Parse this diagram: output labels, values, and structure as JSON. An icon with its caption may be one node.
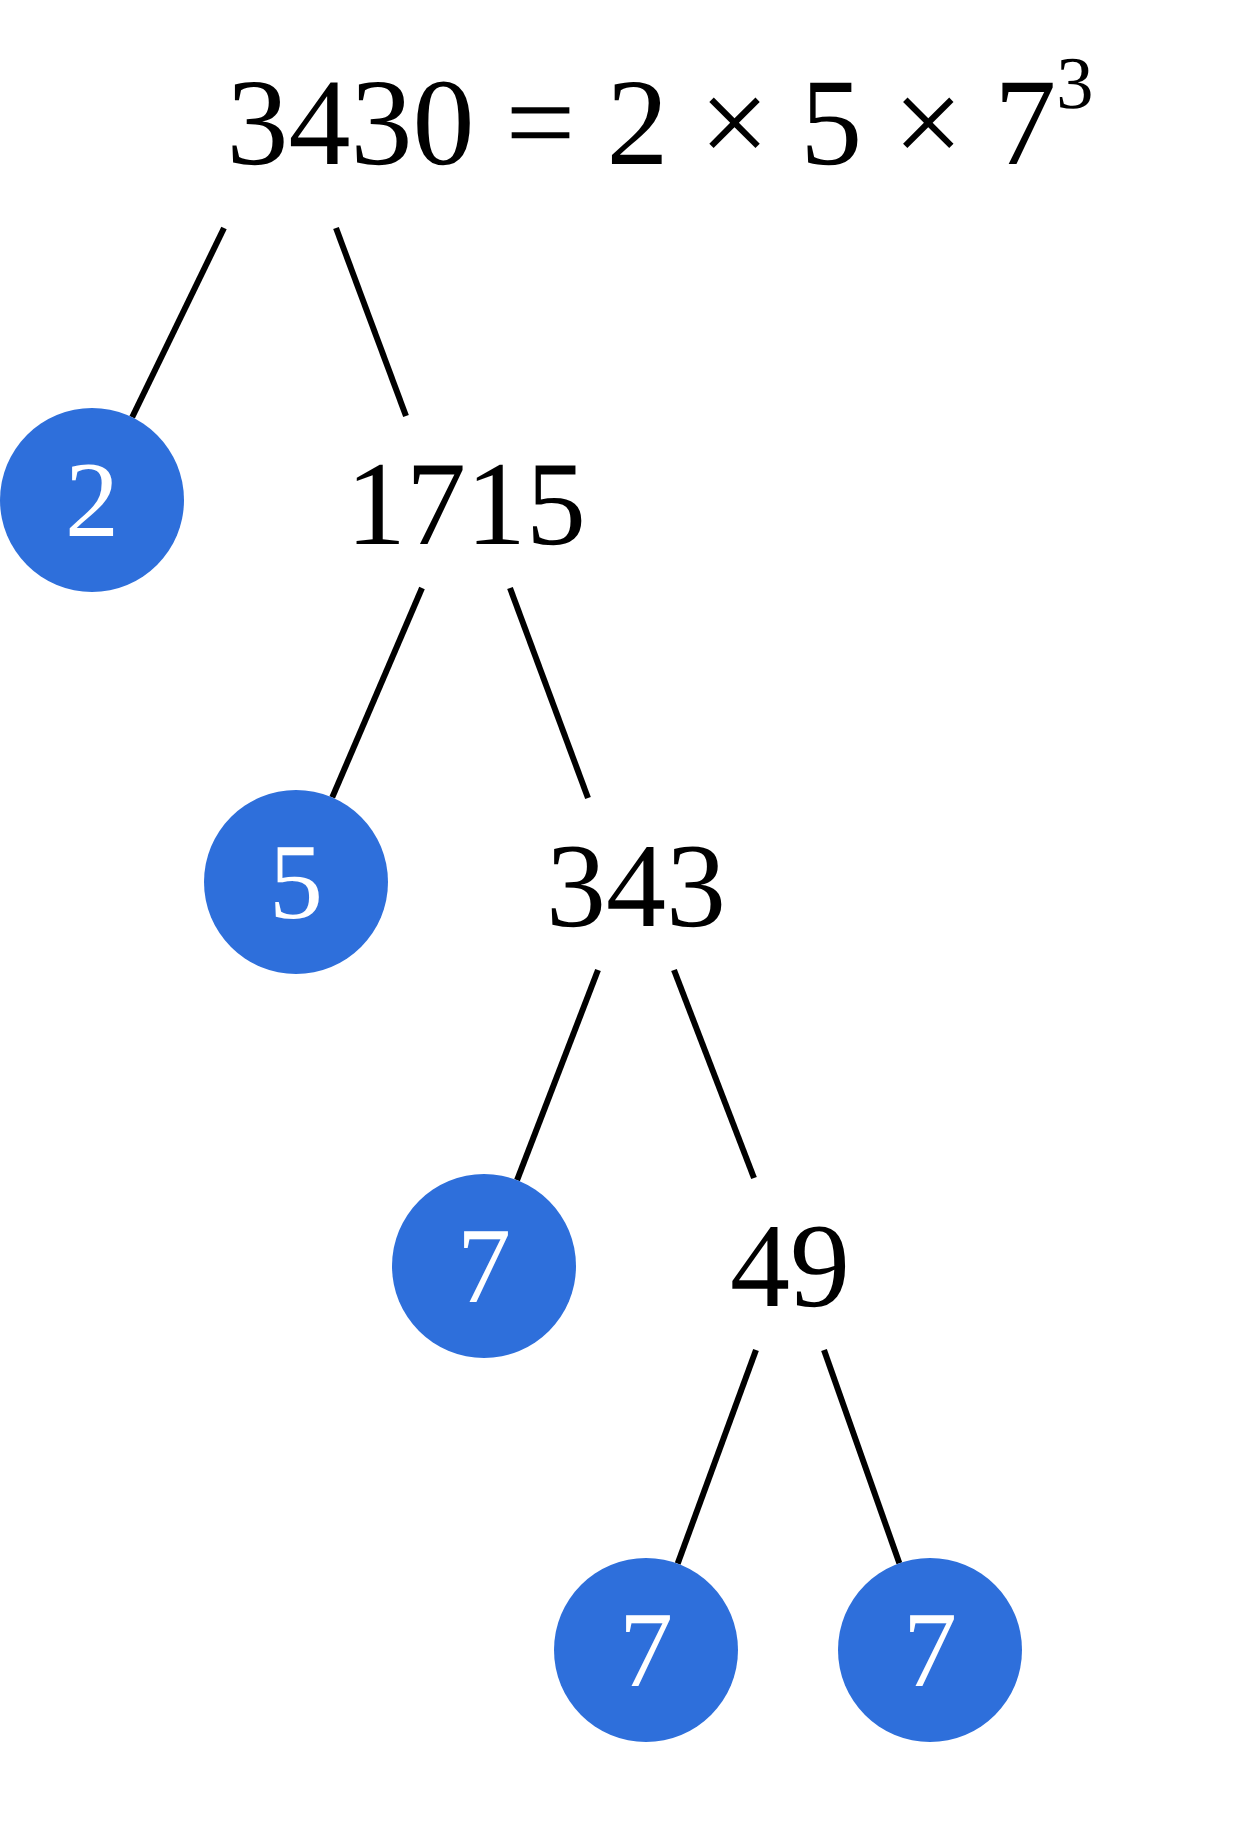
{
  "diagram": {
    "nodes": [
      {
        "text": [
          "3430 = 2 × 5 × 7$^{3}$"
        ]
      },
      {
        "text": [
          "2"
        ]
      },
      {
        "text": [
          "1715"
        ]
      },
      {
        "text": [
          "5"
        ]
      },
      {
        "text": [
          "343"
        ]
      },
      {
        "text": [
          "7"
        ]
      },
      {
        "text": [
          "49"
        ]
      },
      {
        "text": [
          "7"
        ]
      },
      {
        "text": [
          "7"
        ]
      }
    ],
    "edges": [
      {
        "from": 0,
        "to": 1,
        "arrow": "none"
      },
      {
        "from": 0,
        "to": 2,
        "arrow": "none"
      },
      {
        "from": 2,
        "to": 3,
        "arrow": "none"
      },
      {
        "from": 2,
        "to": 4,
        "arrow": "none"
      },
      {
        "from": 4,
        "to": 5,
        "arrow": "none"
      },
      {
        "from": 4,
        "to": 6,
        "arrow": "none"
      },
      {
        "from": 6,
        "to": 7,
        "arrow": "none"
      },
      {
        "from": 6,
        "to": 8,
        "arrow": "none"
      }
    ]
  }
}
